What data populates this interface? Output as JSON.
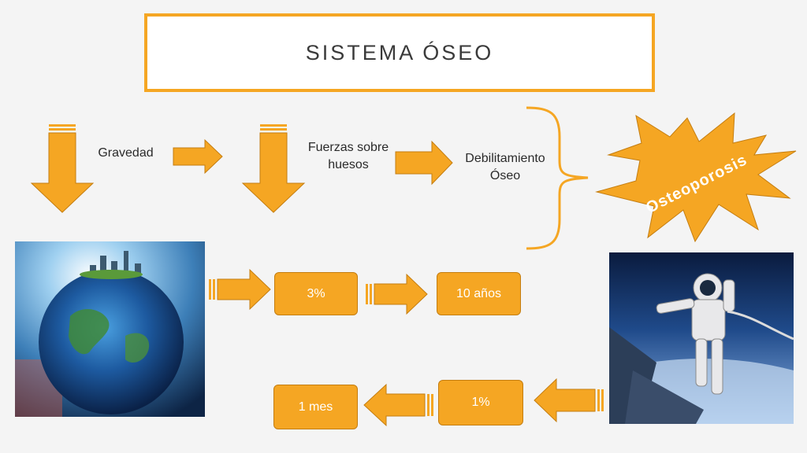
{
  "title": "SISTEMA ÓSEO",
  "labels": {
    "gravity": "Gravedad",
    "forces_line1": "Fuerzas sobre",
    "forces_line2": "huesos",
    "weakening_line1": "Debilitamiento",
    "weakening_line2": "Óseo",
    "starburst": "Osteoporosis"
  },
  "boxes": {
    "earth_percent": "3%",
    "earth_time": "10 años",
    "space_percent": "1%",
    "space_time": "1 mes"
  },
  "colors": {
    "accent": "#f5a623",
    "accent_border": "#c47d10",
    "text": "#2a2a2a",
    "background": "#f4f4f4"
  },
  "images": {
    "earth": "earth-globe-city-image",
    "astronaut": "astronaut-spacewalk-image"
  }
}
